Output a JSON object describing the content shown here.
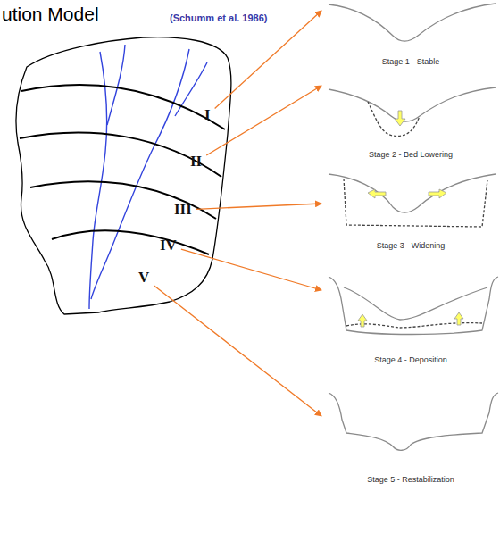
{
  "diagram": {
    "title": "ution Model",
    "nodes": [
      {
        "text": [
          "I"
        ]
      },
      {
        "text": [
          "II"
        ]
      },
      {
        "text": [
          "III"
        ]
      },
      {
        "text": [
          "IV"
        ]
      },
      {
        "text": [
          "V"
        ]
      },
      {
        "text": [
          "Stage 1 - Stable"
        ]
      },
      {
        "text": [
          "Stage 2 - Bed Lowering"
        ]
      },
      {
        "text": [
          "Stage 3 - Widening"
        ]
      },
      {
        "text": [
          "Stage 4 - Deposition"
        ]
      },
      {
        "text": [
          "Stage 5 - Restabilization"
        ]
      }
    ],
    "edges": [
      {
        "from": 0,
        "to": 5,
        "arrow": "to"
      },
      {
        "from": 1,
        "to": 6,
        "arrow": "to"
      },
      {
        "from": 2,
        "to": 7,
        "arrow": "to"
      },
      {
        "from": 3,
        "to": 8,
        "arrow": "to"
      },
      {
        "from": 4,
        "to": 9,
        "arrow": "to"
      }
    ],
    "labels": [
      "(Schumm et al. 1986)"
    ]
  }
}
